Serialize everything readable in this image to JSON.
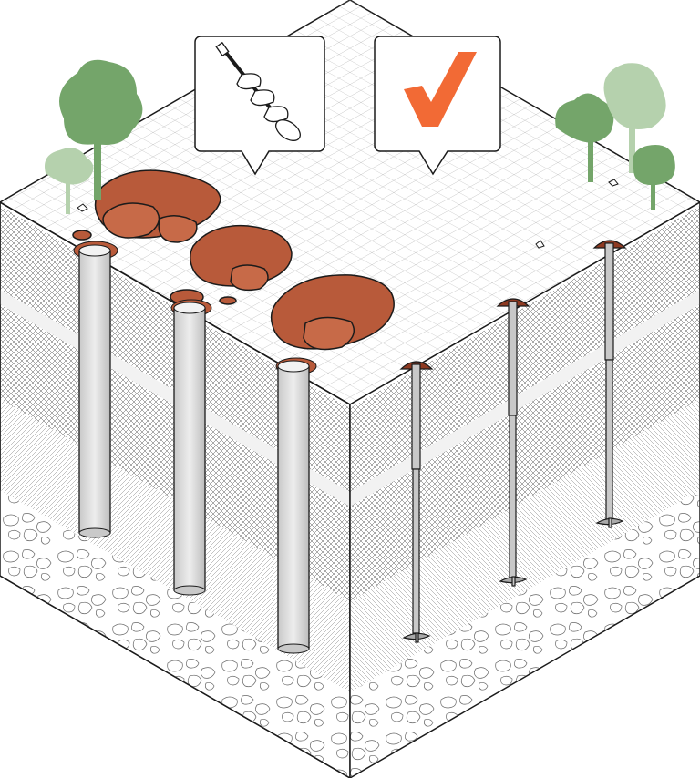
{
  "diagram": {
    "callouts": [
      {
        "id": "auger",
        "icon": "helical-auger-drill-icon"
      },
      {
        "id": "approved",
        "icon": "checkmark-icon",
        "color": "#f26a35"
      }
    ],
    "colors": {
      "outline": "#1b1b1b",
      "soil_spoil": "#b85a3a",
      "soil_spoil_dark": "#8e3a22",
      "concrete_pier": "#dcdcdc",
      "helical_pile": "#c8c8c8",
      "tree_dark": "#74a56a",
      "tree_light": "#b5d1ad",
      "accent": "#f26a35"
    },
    "left_face": {
      "description_items": [
        "concrete-pier-1",
        "concrete-pier-2",
        "concrete-pier-3"
      ],
      "pier_count": 3
    },
    "right_face": {
      "helical_pile_count": 3
    }
  }
}
